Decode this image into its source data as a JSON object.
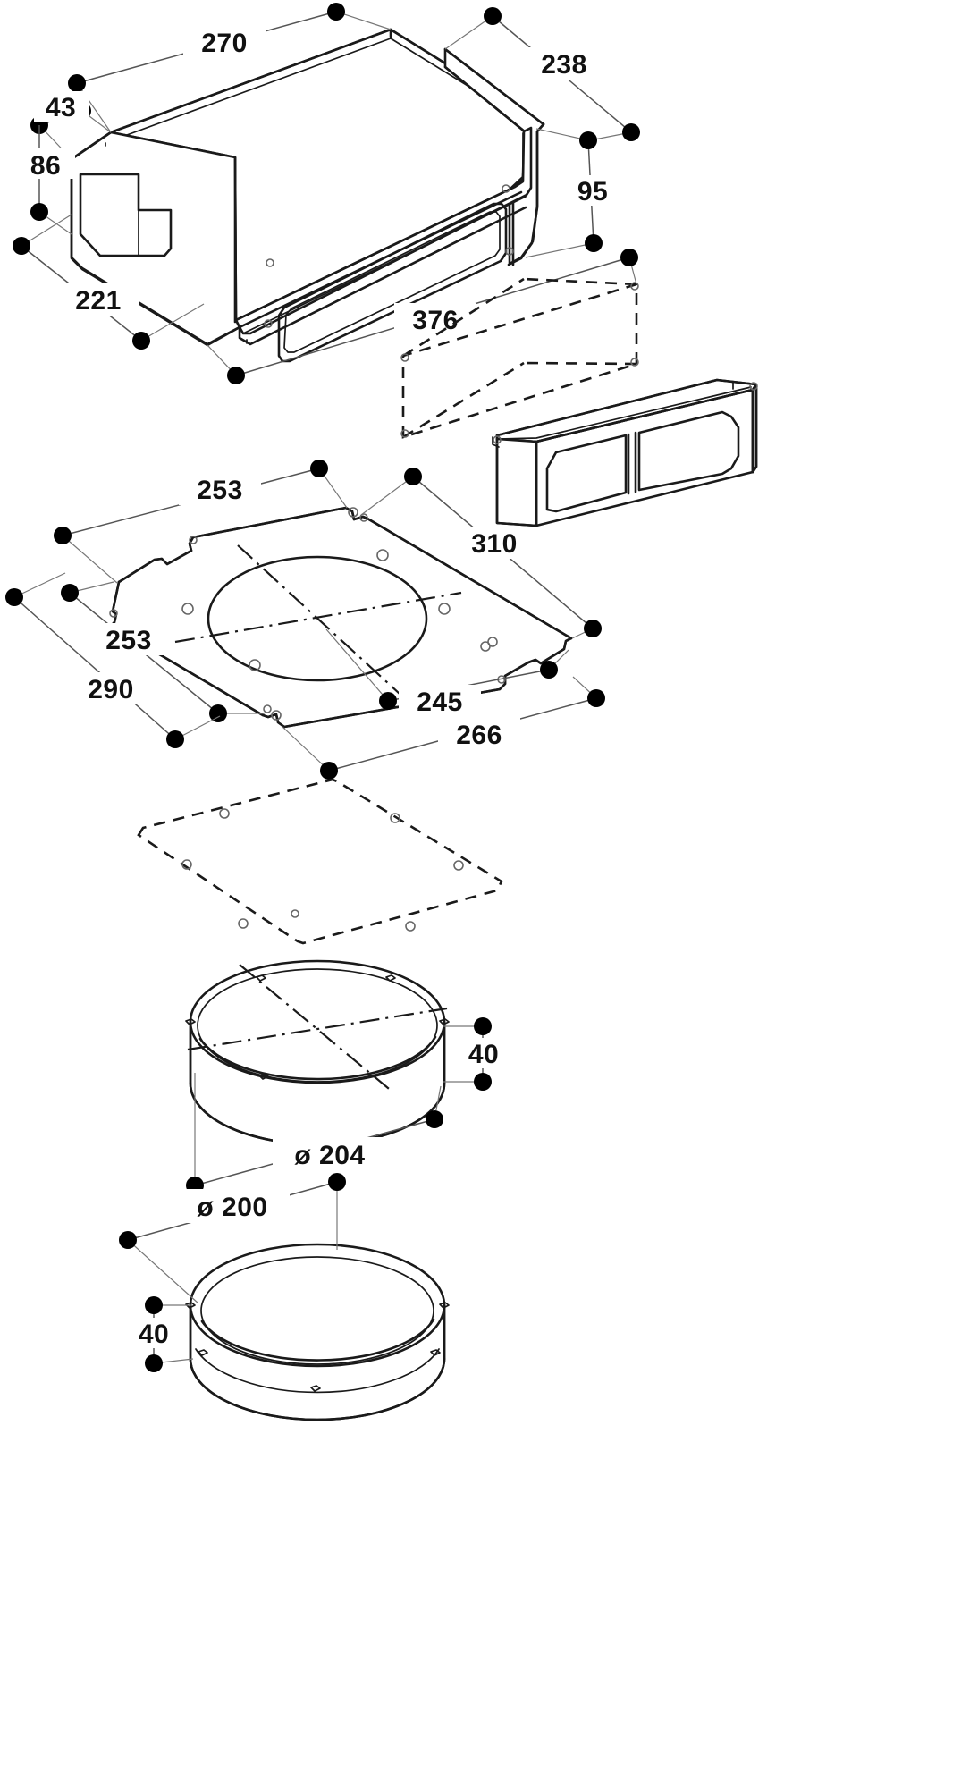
{
  "drawing": {
    "title": "Exploded installation dimension drawing",
    "units": "mm",
    "background_color": "#ffffff",
    "line_color": "#1a1a1a",
    "dimension_color": "#555555"
  },
  "dimensions": {
    "d270": "270",
    "d238": "238",
    "d43": "43",
    "d86": "86",
    "d95": "95",
    "d221": "221",
    "d376": "376",
    "d253_top": "253",
    "d310": "310",
    "d253_bottom": "253",
    "d290": "290",
    "d245": "245",
    "d266": "266",
    "d40_upper": "40",
    "d204": "ø 204",
    "d200": "ø 200",
    "d40_lower": "40"
  },
  "parts": [
    {
      "id": "motor-housing",
      "label": "270",
      "icon": "blower-box-icon"
    },
    {
      "id": "rectangular-duct-flange",
      "label": "376",
      "icon": "flat-duct-icon"
    },
    {
      "id": "mounting-plate",
      "label": "310",
      "icon": "mounting-plate-icon"
    },
    {
      "id": "mounting-plate-ghost",
      "label": "",
      "icon": "dashed-plate-icon"
    },
    {
      "id": "round-collar-204",
      "label": "ø 204",
      "icon": "ring-icon"
    },
    {
      "id": "round-collar-200",
      "label": "ø 200",
      "icon": "ring-icon"
    }
  ]
}
